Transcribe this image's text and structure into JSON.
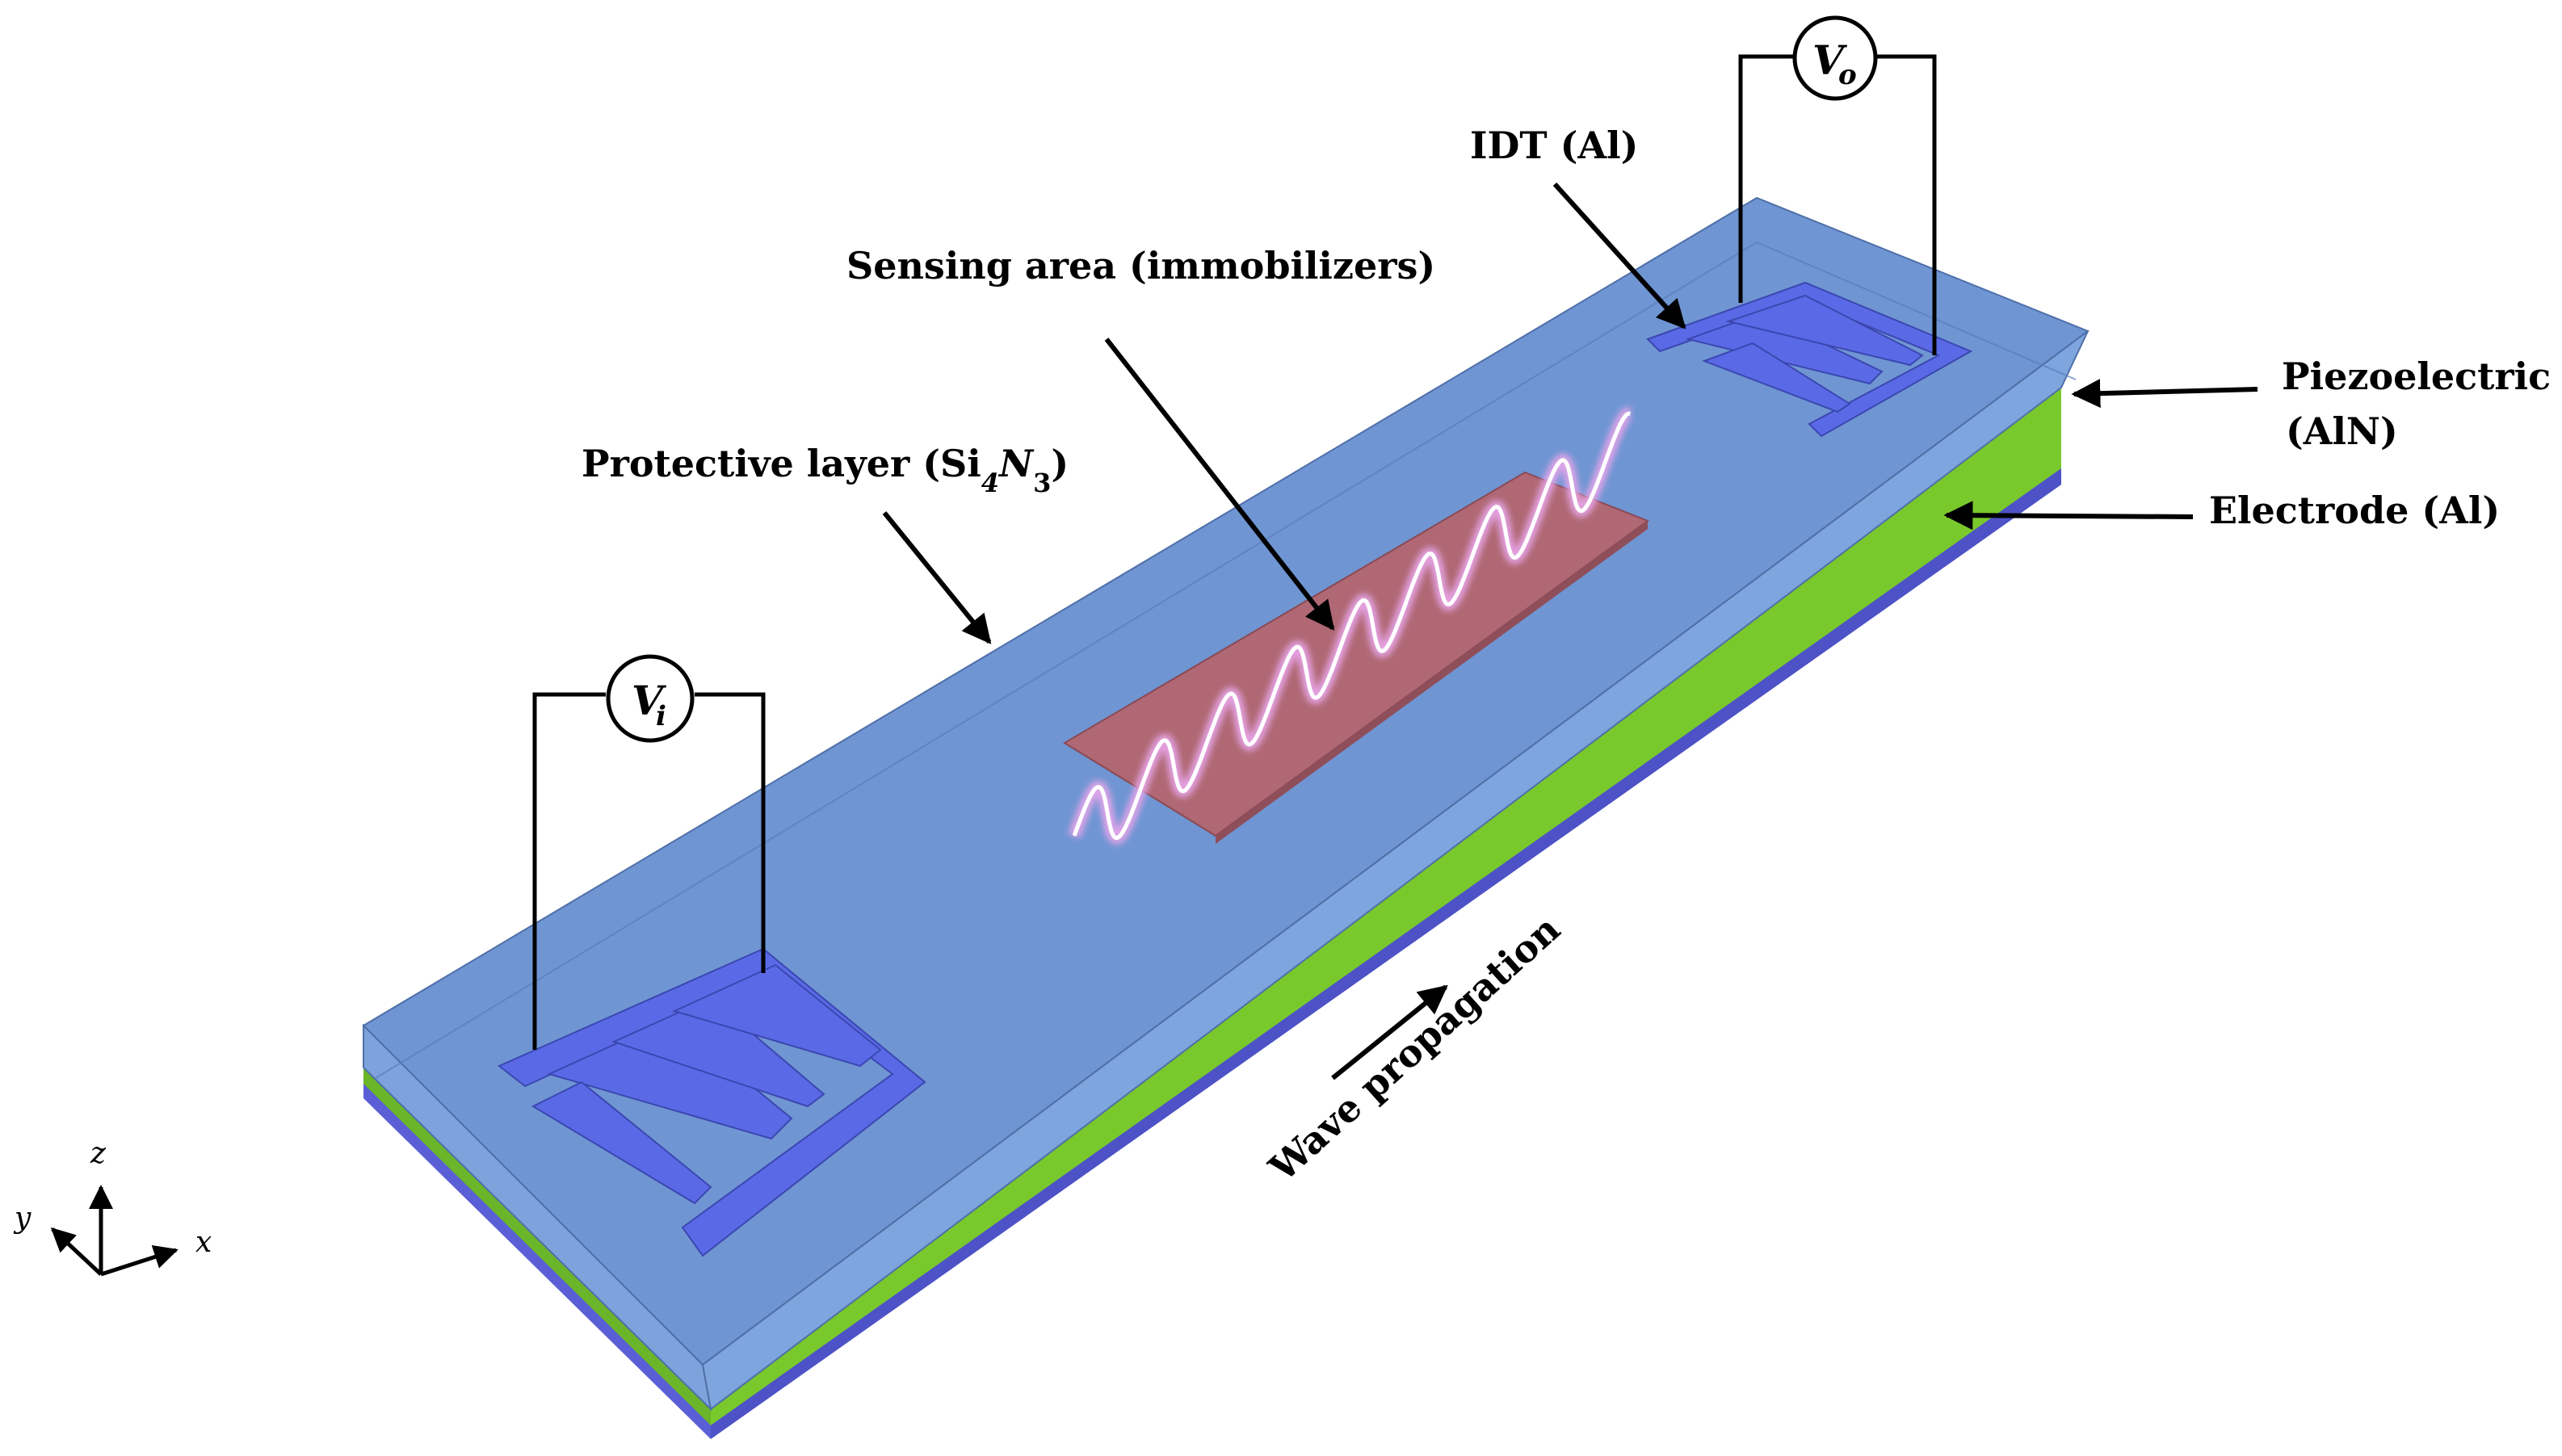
{
  "labels": {
    "idt": "IDT (Al)",
    "sensing_area": "Sensing area (immobilizers)",
    "protective_layer_prefix": "Protective layer (Si",
    "protective_layer_sub1": "4",
    "protective_layer_n": "N",
    "protective_layer_sub2": "3",
    "protective_layer_suffix": ")",
    "piezoelectric_line1": "Piezoelectric",
    "piezoelectric_line2": "(AlN)",
    "electrode": "Electrode (Al)",
    "wave_propagation": "Wave propagation"
  },
  "voltages": {
    "input_symbol": "V",
    "input_sub": "i",
    "output_symbol": "V",
    "output_sub": "o"
  },
  "axes": {
    "x": "x",
    "y": "y",
    "z": "z"
  },
  "colors": {
    "protective_layer": "#6f95d3",
    "piezoelectric": "#79c92c",
    "electrode": "#5b5fd6",
    "idt": "#5a6ae6",
    "sensing_area": "#b06874",
    "wave": "#f2c3f0"
  }
}
